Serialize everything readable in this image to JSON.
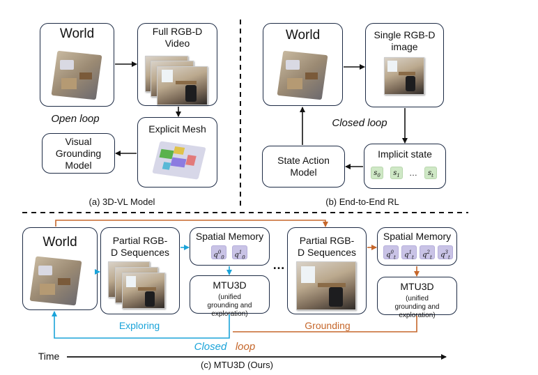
{
  "panel_a": {
    "world_title": "World",
    "video_title": "Full RGB-D Video",
    "mesh_title": "Explicit Mesh",
    "grounding_title": "Visual Grounding Model",
    "open_loop": "Open loop",
    "caption": "(a) 3D-VL Model"
  },
  "panel_b": {
    "world_title": "World",
    "image_title": "Single RGB-D image",
    "closed_loop": "Closed loop",
    "implicit_title": "Implicit state",
    "state_action_title": "State Action Model",
    "tokens": [
      "s0",
      "s1",
      "…",
      "st"
    ],
    "caption": "(b) End-to-End RL"
  },
  "panel_c": {
    "world_title": "World",
    "partial_title_1": "Partial RGB-D Sequences",
    "spatial_memory_1": "Spatial Memory",
    "memory_tokens_1": [
      "q0^0",
      "q0^1"
    ],
    "mtu_title_1": "MTU3D",
    "mtu_sub_1": "(unified grounding and exploration)",
    "exploring": "Exploring",
    "ellipsis": "…",
    "partial_title_2": "Partial RGB-D Sequences",
    "spatial_memory_2": "Spatial Memory",
    "memory_tokens_2": [
      "qt^0",
      "qt^1",
      "qt^2",
      "qt^3"
    ],
    "mtu_title_2": "MTU3D",
    "mtu_sub_2": "(unified grounding and exploration)",
    "grounding": "Grounding",
    "closed": "Closed",
    "loop": "loop",
    "time_label": "Time",
    "caption": "(c) MTU3D (Ours)"
  },
  "colors": {
    "blue": "#1aa3d9",
    "orange": "#c5662a",
    "green_token": "#cfe8c6",
    "purple_token": "#c9c3e6",
    "box_border": "#1c2a44"
  }
}
